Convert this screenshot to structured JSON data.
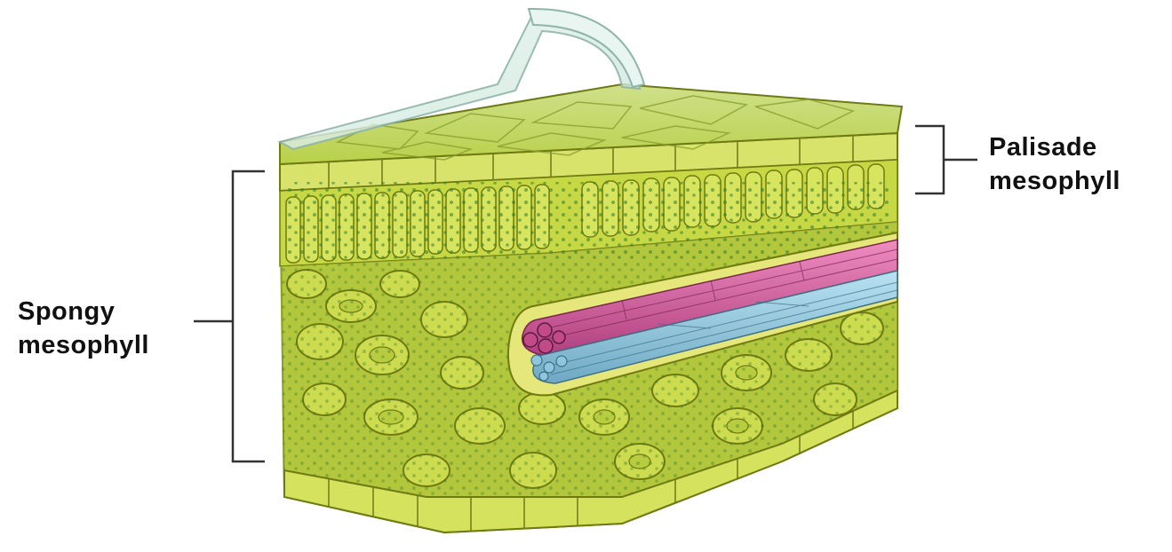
{
  "labels": {
    "palisade": {
      "line1": "Palisade",
      "line2": "mesophyll"
    },
    "spongy": {
      "line1": "Spongy",
      "line2": "mesophyll"
    }
  },
  "colors": {
    "cell_fill": "#c9d83a",
    "cell_fill_light": "#dfe86a",
    "cell_outline": "#6f7a12",
    "chloroplast": "#2f7a2a",
    "cuticle": "#d8efe8",
    "xylem": "#d7609a",
    "phloem": "#8fc6de",
    "bracket": "#333333"
  }
}
